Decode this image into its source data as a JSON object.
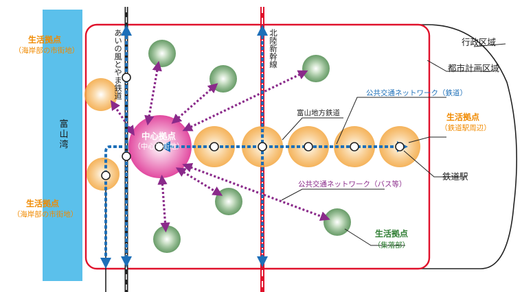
{
  "labels": {
    "bay": "富山湾",
    "admin_area": "行政区域",
    "city_plan_area": "都市計画区域",
    "rail_network": "公共交通ネットワーク（鉄道）",
    "bus_network": "公共交通ネットワーク（バス等）",
    "local_railway": "富山地方鉄道",
    "station": "鉄道駅",
    "shinkansen": "北陸新幹線",
    "ainokaze": "あいの風とやま鉄道",
    "center_hub_line1": "中心拠点",
    "center_hub_line2": "（中心市街地）",
    "coastal_hub_top_line1": "生活拠点",
    "coastal_hub_top_line2": "（海岸部の市街地）",
    "coastal_hub_bottom_line1": "生活拠点",
    "coastal_hub_bottom_line2": "（海岸部の市街地）",
    "station_hub_line1": "生活拠点",
    "station_hub_line2": "（鉄道駅周辺）",
    "village_hub_line1": "生活拠点",
    "village_hub_line2": "（集落部）"
  },
  "colors": {
    "bay": "#5bc0eb",
    "city_area_border": "#e0112b",
    "admin_border": "#222222",
    "network_blue": "#1d6fb8",
    "bus_purple": "#8a2a8a",
    "shinkansen_red": "#e0112b",
    "center_hub": "#e24aa0",
    "station_hub": "#f3a63f",
    "village_hub": "#4e8b4e",
    "label_orange": "#f08a00",
    "label_green": "#2e7d32",
    "label_pink": "#d6208a"
  }
}
